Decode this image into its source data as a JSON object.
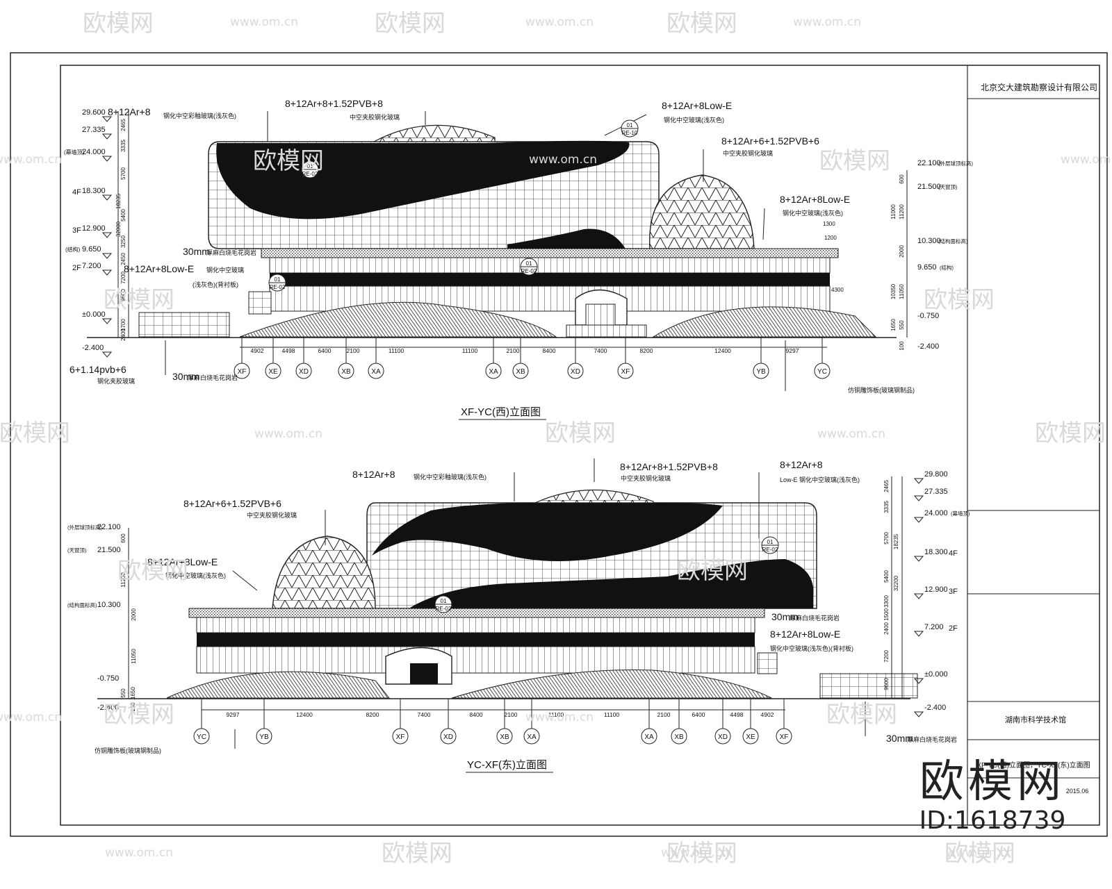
{
  "watermark": {
    "brand": "欧模网",
    "url": "www.om.cn"
  },
  "brand_mark": {
    "logo": "欧模网",
    "id": "ID:1618739"
  },
  "title_block": {
    "company": "北京交大建筑勘察设计有限公司",
    "project": "湖南市科学技术馆",
    "drawing": "XF-YC(西)立面图，YC-XF(东)立面图",
    "date": "2015.06"
  },
  "west_elevation": {
    "title": "XF-YC(西)立面图",
    "levels": [
      "29.600",
      "27.335",
      "24.000",
      "18.300",
      "12.900",
      "9.650",
      "7.200",
      "±0.000",
      "-2.400"
    ],
    "floors": [
      "4F",
      "3F",
      "2F"
    ],
    "level_notes": [
      "(幕墙顶)",
      "(结构)"
    ],
    "right_levels": [
      "22.100",
      "21.500",
      "10.300",
      "9.650",
      "-0.750",
      "-2.400"
    ],
    "right_notes": [
      "(外层球顶标高)",
      "(天窗顶)",
      "(结构面标高)",
      "(结构)"
    ],
    "left_dims": [
      "2465",
      "3335",
      "5700",
      "5400",
      "3250",
      "2450",
      "7200",
      "9600",
      "1700",
      "2400",
      "18235",
      "32000"
    ],
    "right_dims": [
      "600",
      "11200",
      "11000",
      "2000",
      "10350",
      "11050",
      "550",
      "1650",
      "100"
    ],
    "axis_labels": [
      "XF",
      "XE",
      "XD",
      "XB",
      "XA",
      "XA",
      "XB",
      "XD",
      "XF",
      "YB",
      "YC"
    ],
    "spans": [
      "4902",
      "4498",
      "6400",
      "2100",
      "11100",
      "11100",
      "2100",
      "8400",
      "7400",
      "8200",
      "12400",
      "9297"
    ],
    "callouts": [
      {
        "main": "8+12Ar+8",
        "sub": "钢化中空彩釉玻璃(浅灰色)"
      },
      {
        "main": "8+12Ar+8+1.52PVB+8",
        "sub": "中空夹胶钢化玻璃"
      },
      {
        "main": "8+12Ar+8Low-E",
        "sub": "钢化中空玻璃(浅灰色)"
      },
      {
        "main": "8+12Ar+6+1.52PVB+6",
        "sub": "中空夹胶钢化玻璃"
      },
      {
        "main": "8+12Ar+8Low-E",
        "sub": "钢化中空玻璃(浅灰色)"
      },
      {
        "main": "30mm",
        "sub": "厚麻白烧毛花岗岩"
      },
      {
        "main": "8+12Ar+8Low-E",
        "sub": "钢化中空玻璃"
      },
      {
        "main": "",
        "sub": "(浅灰色)(背衬板)"
      },
      {
        "main": "6+1.14pvb+6",
        "sub": "钢化夹胶玻璃"
      },
      {
        "main": "30mm",
        "sub": "厚麻白烧毛花岗岩"
      },
      {
        "main": "",
        "sub": "仿铜雕饰板(玻璃钢制品)"
      }
    ],
    "tags": [
      {
        "top": "01",
        "bottom": "RE-02"
      },
      {
        "top": "01",
        "bottom": "RE-02"
      },
      {
        "top": "01",
        "bottom": "RE-02"
      },
      {
        "top": "01",
        "bottom": "RE-10"
      }
    ],
    "misc": [
      "1200",
      "1300",
      "4300"
    ]
  },
  "east_elevation": {
    "title": "YC-XF(东)立面图",
    "levels": [
      "29.800",
      "27.335",
      "24.000",
      "18.300",
      "12.900",
      "7.200",
      "±0.000",
      "-2.400"
    ],
    "floors": [
      "4F",
      "3F",
      "2F"
    ],
    "level_notes": [
      "(幕墙顶)"
    ],
    "left_levels": [
      "22.100",
      "21.500",
      "10.300",
      "-0.750",
      "-2.400"
    ],
    "left_notes": [
      "(外层球顶标高)",
      "(天窗顶)",
      "(结构面标高)"
    ],
    "left_dims": [
      "600",
      "11200",
      "2000",
      "11050",
      "550",
      "1650",
      "100"
    ],
    "right_dims": [
      "2465",
      "3335",
      "5700",
      "5400",
      "3300",
      "1500",
      "2400",
      "7200",
      "9600",
      "18235",
      "32200"
    ],
    "axis_labels": [
      "YC",
      "YB",
      "XF",
      "XD",
      "XB",
      "XA",
      "XA",
      "XB",
      "XD",
      "XE",
      "XF"
    ],
    "spans": [
      "9297",
      "12400",
      "8200",
      "7400",
      "8400",
      "2100",
      "11100",
      "11100",
      "2100",
      "6400",
      "4498",
      "4902"
    ],
    "callouts": [
      {
        "main": "8+12Ar+8",
        "sub": "钢化中空彩釉玻璃(浅灰色)"
      },
      {
        "main": "8+12Ar+8+1.52PVB+8",
        "sub": "中空夹胶钢化玻璃"
      },
      {
        "main": "8+12Ar+8",
        "sub": "Low-E 钢化中空玻璃(浅灰色)"
      },
      {
        "main": "8+12Ar+6+1.52PVB+6",
        "sub": "中空夹胶钢化玻璃"
      },
      {
        "main": "8+12Ar+8Low-E",
        "sub": "钢化中空玻璃(浅灰色)"
      },
      {
        "main": "30mm",
        "sub": "厚麻白烧毛花岗岩"
      },
      {
        "main": "8+12Ar+8Low-E",
        "sub": "钢化中空玻璃(浅灰色)(背衬板)"
      },
      {
        "main": "",
        "sub": "仿铜雕饰板(玻璃钢制品)"
      },
      {
        "main": "30mm",
        "sub": "厚麻白烧毛花岗岩"
      }
    ],
    "tags": [
      {
        "top": "01",
        "bottom": "RE-02"
      },
      {
        "top": "01",
        "bottom": "RE-02"
      }
    ]
  }
}
